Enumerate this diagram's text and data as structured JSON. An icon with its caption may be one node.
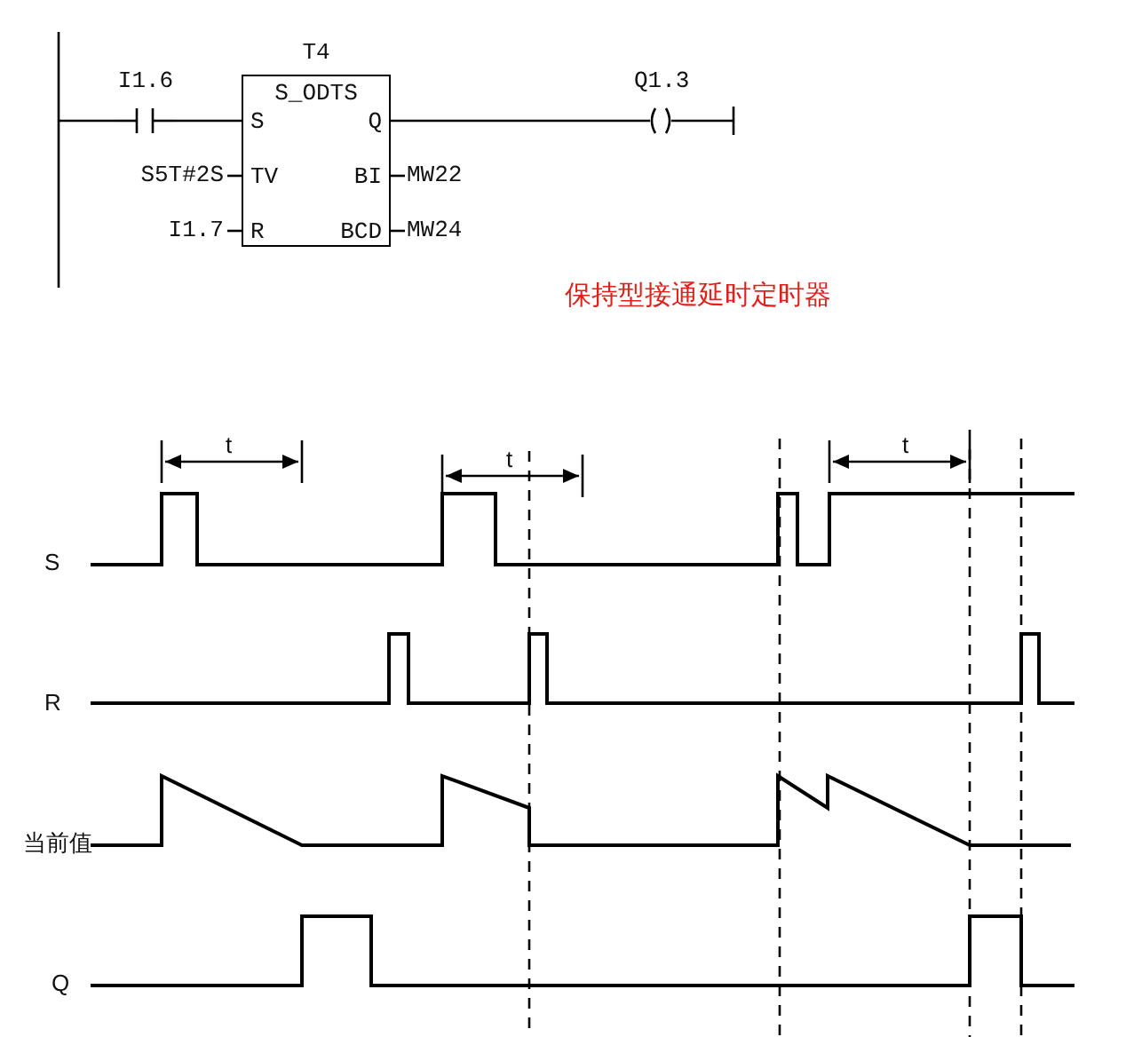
{
  "diagram": {
    "nodes": [
      {
        "text": [
          "I1.6"
        ]
      },
      {
        "text": [
          "T4",
          "S_ODTS",
          "S",
          "Q",
          "TV",
          "BI",
          "R",
          "BCD"
        ]
      },
      {
        "text": [
          "Q1.3"
        ]
      }
    ],
    "edges": [
      {
        "from": 0,
        "to": 1,
        "arrow": "none"
      },
      {
        "from": 1,
        "to": 2,
        "arrow": "none"
      }
    ],
    "labels": [
      "S5T#2S",
      "MW22",
      "I1.7",
      "MW24",
      "保持型接通延时定时器",
      "t",
      "t",
      "t",
      "S",
      "R",
      "当前值",
      "Q"
    ]
  }
}
